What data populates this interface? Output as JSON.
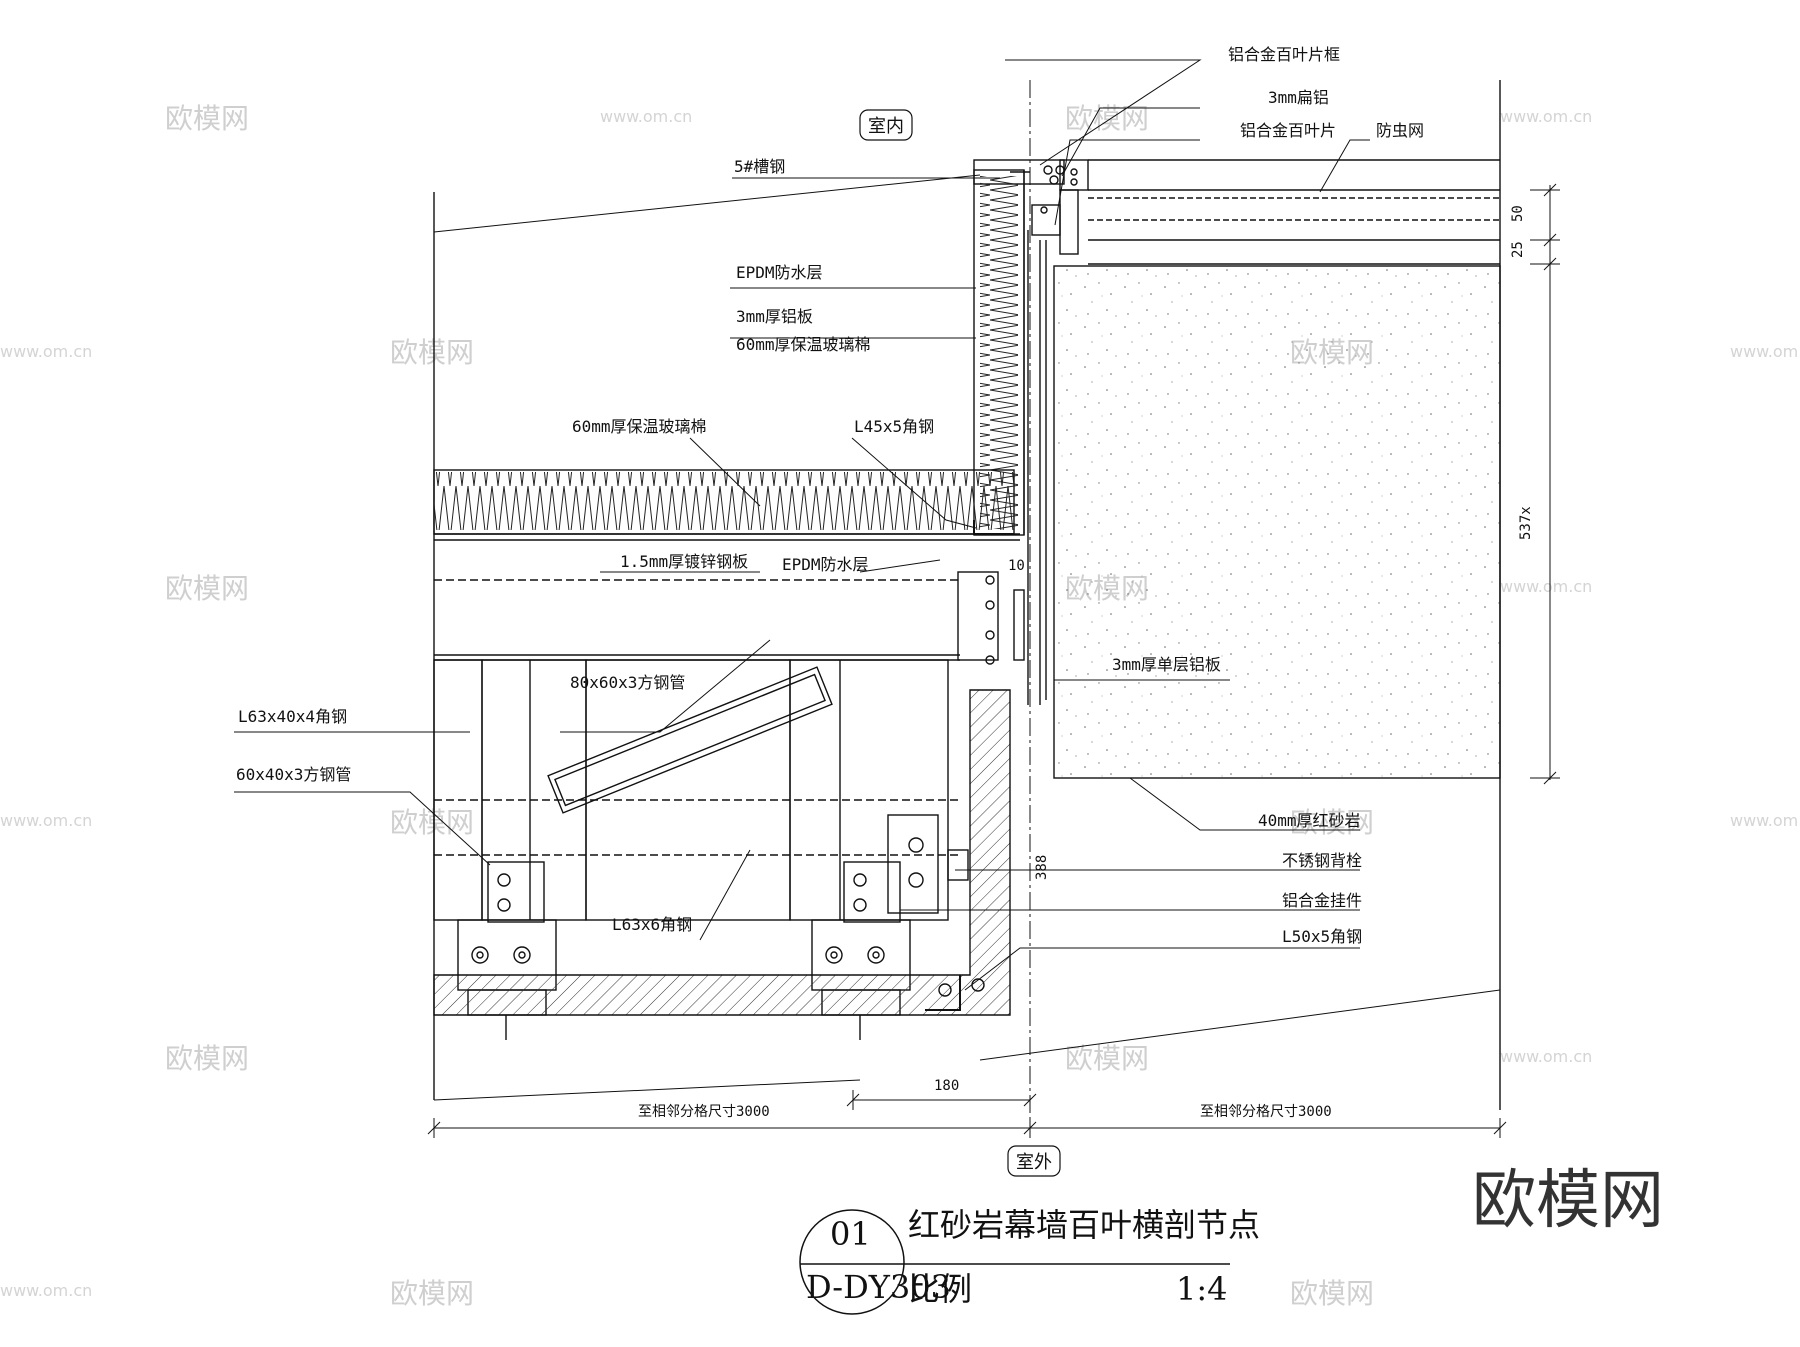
{
  "labels": {
    "louver_frame": "铝合金百叶片框",
    "flat_aluminum": "3mm扁铝",
    "louver_blade": "铝合金百叶片",
    "insect_screen": "防虫网",
    "channel_steel": "5#槽钢",
    "epdm_top": "EPDM防水层",
    "al_plate_3mm": "3mm厚铝板",
    "glass_wool_top": "60mm厚保温玻璃棉",
    "glass_wool_left": "60mm厚保温玻璃棉",
    "angle_l45": "L45x5角钢",
    "galv_plate": "1.5mm厚镀锌钢板",
    "epdm_mid": "EPDM防水层",
    "square_tube_80": "80x60x3方钢管",
    "angle_l63x40": "L63x40x4角钢",
    "square_tube_60": "60x40x3方钢管",
    "single_al_plate": "3mm厚单层铝板",
    "red_sandstone": "40mm厚红砂岩",
    "ss_bolt": "不锈钢背栓",
    "al_hanger": "铝合金挂件",
    "angle_l50": "L50x5角钢",
    "angle_l63x6": "L63x6角钢"
  },
  "dimensions": {
    "d50": "50",
    "d25": "25",
    "d537": "537x",
    "d388": "388",
    "d180": "180",
    "d10": "10",
    "span_left": "至相邻分格尺寸3000",
    "span_right": "至相邻分格尺寸3000"
  },
  "tags": {
    "indoor": "室内",
    "outdoor": "室外"
  },
  "title_block": {
    "number": "01",
    "sheet": "D-DY303",
    "title": "红砂岩幕墙百叶横剖节点",
    "scale_label": "比例",
    "scale_value": "1:4"
  },
  "watermark": {
    "brand": "欧模网",
    "url": "www.om.cn"
  }
}
